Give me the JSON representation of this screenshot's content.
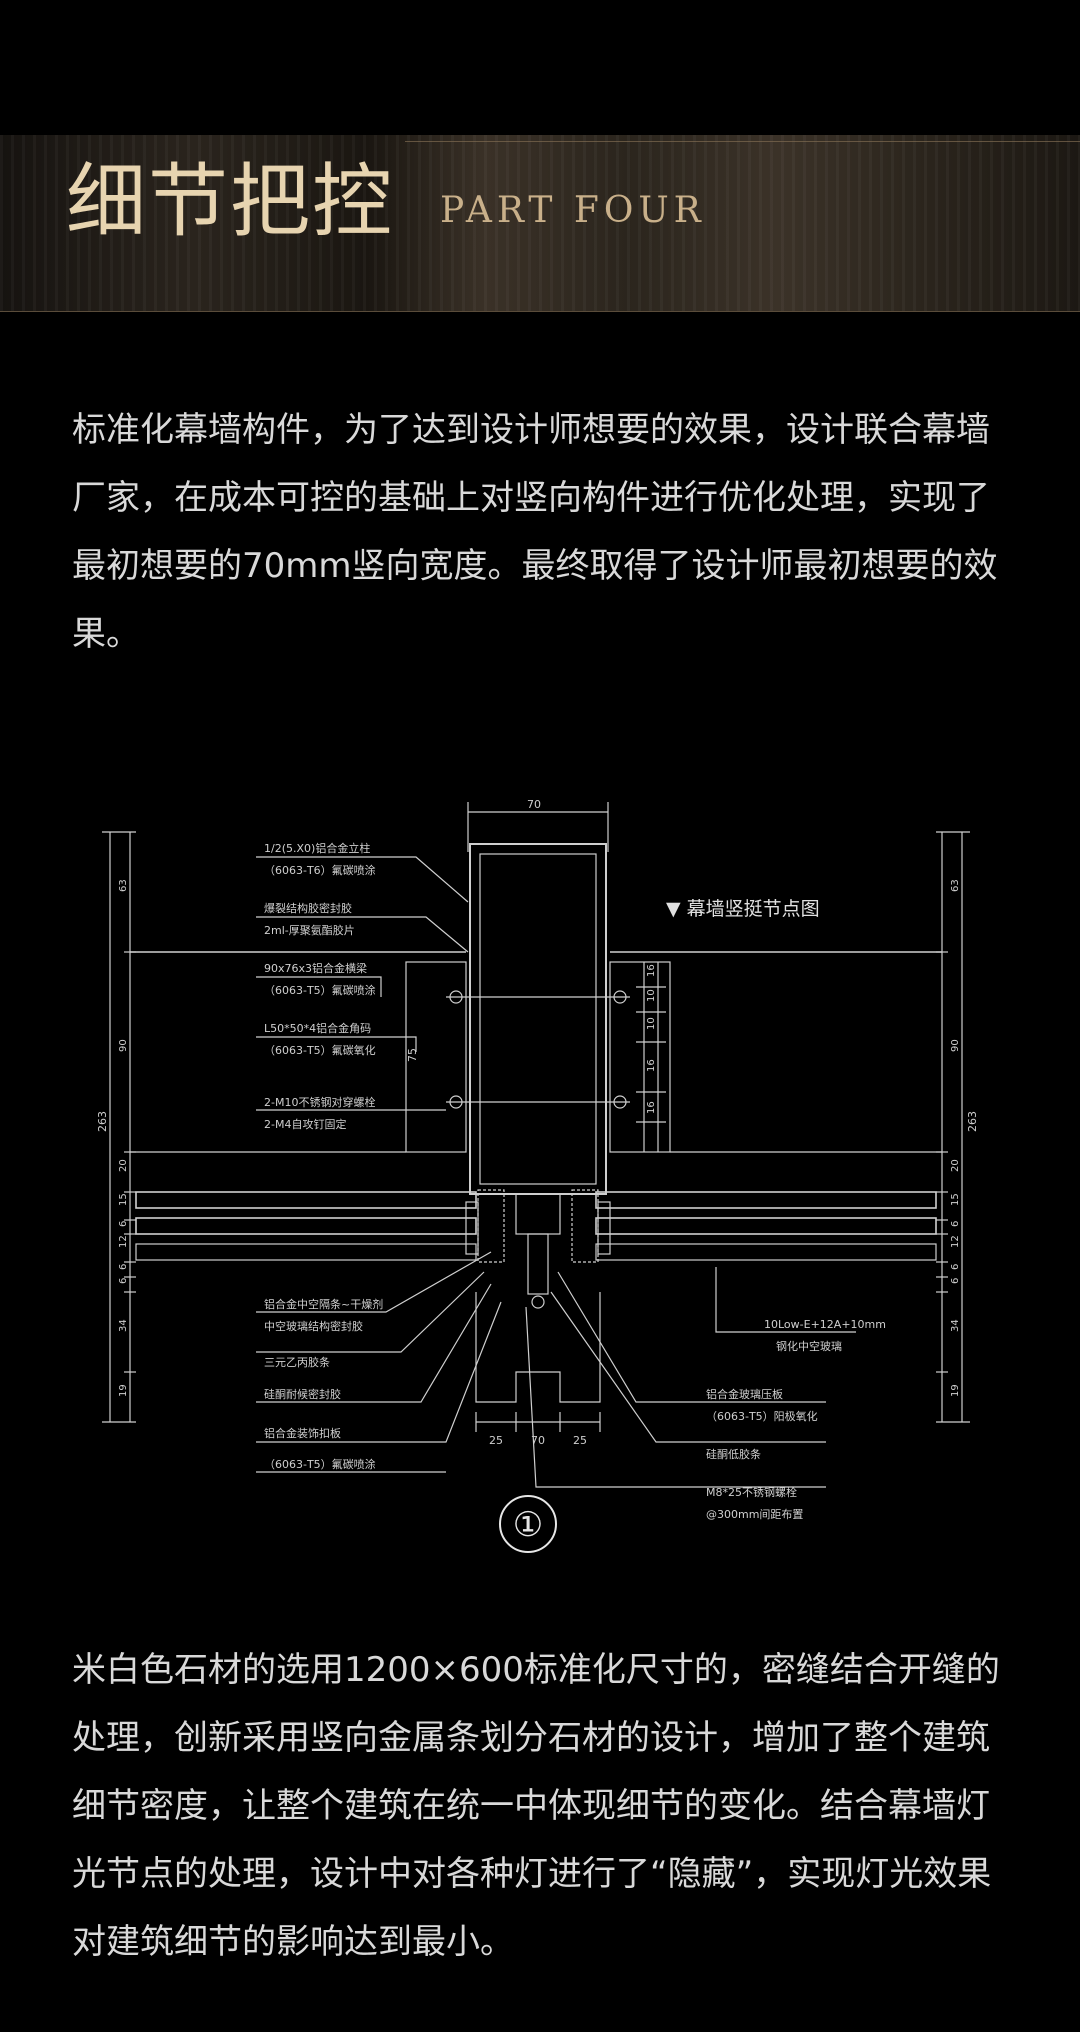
{
  "header": {
    "title_cn": "细节把控",
    "title_en": "PART FOUR"
  },
  "paragraphs": {
    "p1": "标准化幕墙构件，为了达到设计师想要的效果，设计联合幕墙厂家，在成本可控的基础上对竖向构件进行优化处理，实现了最初想要的70mm竖向宽度。最终取得了设计师最初想要的效果。",
    "p2": "米白色石材的选用1200×600标准化尺寸的，密缝结合开缝的处理，创新采用竖向金属条划分石材的设计，增加了整个建筑细节密度，让整个建筑在统一中体现细节的变化。结合幕墙灯光节点的处理，设计中对各种灯进行了“隐藏”，实现灯光效果对建筑细节的影响达到最小。"
  },
  "drawing": {
    "caption": "▼ 幕墙竖挺节点图",
    "detail_number": "①",
    "dims": {
      "top_width": "70",
      "bottom_left": "25",
      "bottom_mid": "70",
      "bottom_right": "25",
      "left_total": "263",
      "right_total": "263",
      "left_segments": [
        "63",
        "90",
        "20",
        "15",
        "6",
        "12",
        "6",
        "6",
        "34",
        "19"
      ],
      "right_segments": [
        "63",
        "90",
        "20",
        "15",
        "6",
        "12",
        "6",
        "6",
        "34",
        "19"
      ],
      "mid_height": "75",
      "bolt_dims": [
        "16",
        "10",
        "10",
        "16",
        "16"
      ]
    },
    "labels_left": [
      "1/2(5.X0)铝合金立柱",
      "（6063-T6）氟碳喷涂",
      "爆裂结构胶密封胶",
      "2ml-厚聚氨酯胶片",
      "90x76x3铝合金横梁",
      "（6063-T5）氟碳喷涂",
      "L50*50*4铝合金角码",
      "（6063-T5）氟碳氧化",
      "2-M10不锈钢对穿螺栓",
      "2-M4自攻钉固定"
    ],
    "labels_bottom_left": [
      "铝合金中空隔条~干燥剂",
      "中空玻璃结构密封胶",
      "三元乙丙胶条",
      "硅酮耐候密封胶",
      "铝合金装饰扣板",
      "（6063-T5）氟碳喷涂"
    ],
    "labels_right": [
      "铝合金玻璃压板",
      "（6063-T5）阳极氧化",
      "硅酮低胶条",
      "M8*25不锈钢螺栓",
      "@300mm间距布置",
      "10Low-E+12A+10mm",
      "钢化中空玻璃"
    ]
  }
}
